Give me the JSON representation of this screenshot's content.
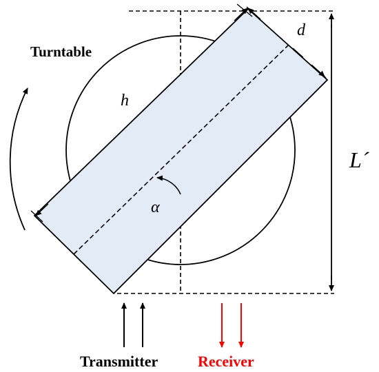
{
  "labels": {
    "turntable": "Turntable",
    "h": "h",
    "d": "d",
    "alpha": "α",
    "length": "L´",
    "transmitter": "Transmitter",
    "receiver": "Receiver"
  },
  "colors": {
    "sample_fill": "#e3ebf6",
    "line": "#000000",
    "receiver": "#ff0000"
  }
}
